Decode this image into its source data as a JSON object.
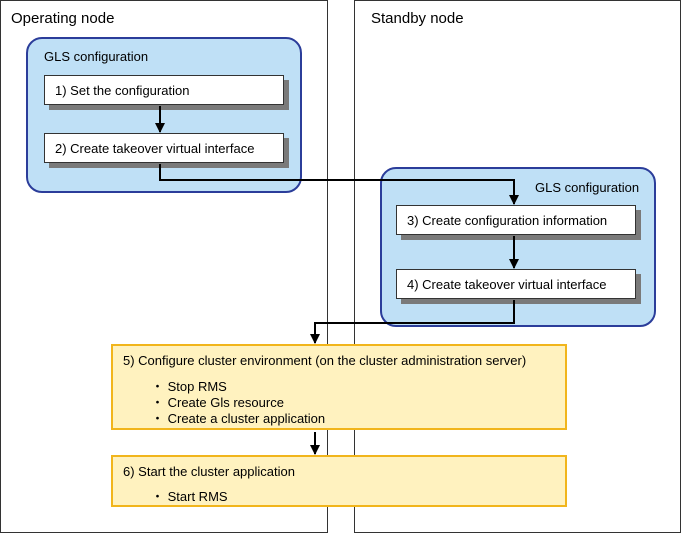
{
  "operating_node": {
    "title": "Operating node",
    "gls": {
      "title": "GLS configuration",
      "steps": [
        "1) Set the configuration",
        "2) Create takeover virtual interface"
      ]
    }
  },
  "standby_node": {
    "title": "Standby node",
    "gls": {
      "title": "GLS configuration",
      "steps": [
        "3) Create configuration information",
        "4) Create takeover virtual interface"
      ]
    }
  },
  "cluster_config": {
    "title": "5) Configure cluster environment (on the cluster administration server)",
    "items": [
      "・ Stop RMS",
      "・ Create Gls resource",
      "・ Create a cluster application"
    ]
  },
  "cluster_start": {
    "title": "6) Start the cluster application",
    "items": [
      "・ Start RMS"
    ]
  },
  "colors": {
    "gls_fill": "#bfe0f6",
    "gls_border": "#2b3d9a",
    "cluster_fill": "#fff2bf",
    "cluster_border": "#f1b51c"
  }
}
